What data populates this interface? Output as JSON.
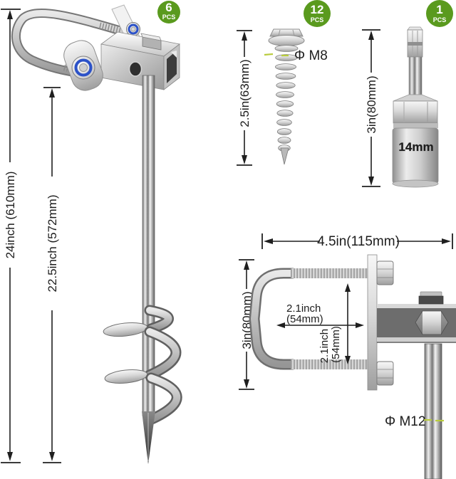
{
  "anchor": {
    "badge": {
      "count": "6",
      "unit": "PCS"
    },
    "dim_total": "24inch (610mm)",
    "dim_shaft": "22.5inch (572mm)"
  },
  "screw": {
    "badge": {
      "count": "12",
      "unit": "PCS"
    },
    "dim_length": "2.5in(63mm)",
    "diameter": "Φ M8"
  },
  "adapter": {
    "badge": {
      "count": "1",
      "unit": "PCS"
    },
    "dim_length": "3in(80mm)",
    "marking": "14mm"
  },
  "ubolt": {
    "dim_width": "4.5in(115mm)",
    "dim_height": "3in(80mm)",
    "inner_width": {
      "l1": "2.1inch",
      "l2": "(54mm)"
    },
    "inner_height": {
      "l1": "2.1inch",
      "l2": "(54mm)"
    },
    "rod_diameter": "Φ M12"
  },
  "colors": {
    "badge_green": "#5a9a1e",
    "line": "#1f1f1f",
    "diameter_mark": "#b9cc3d"
  }
}
